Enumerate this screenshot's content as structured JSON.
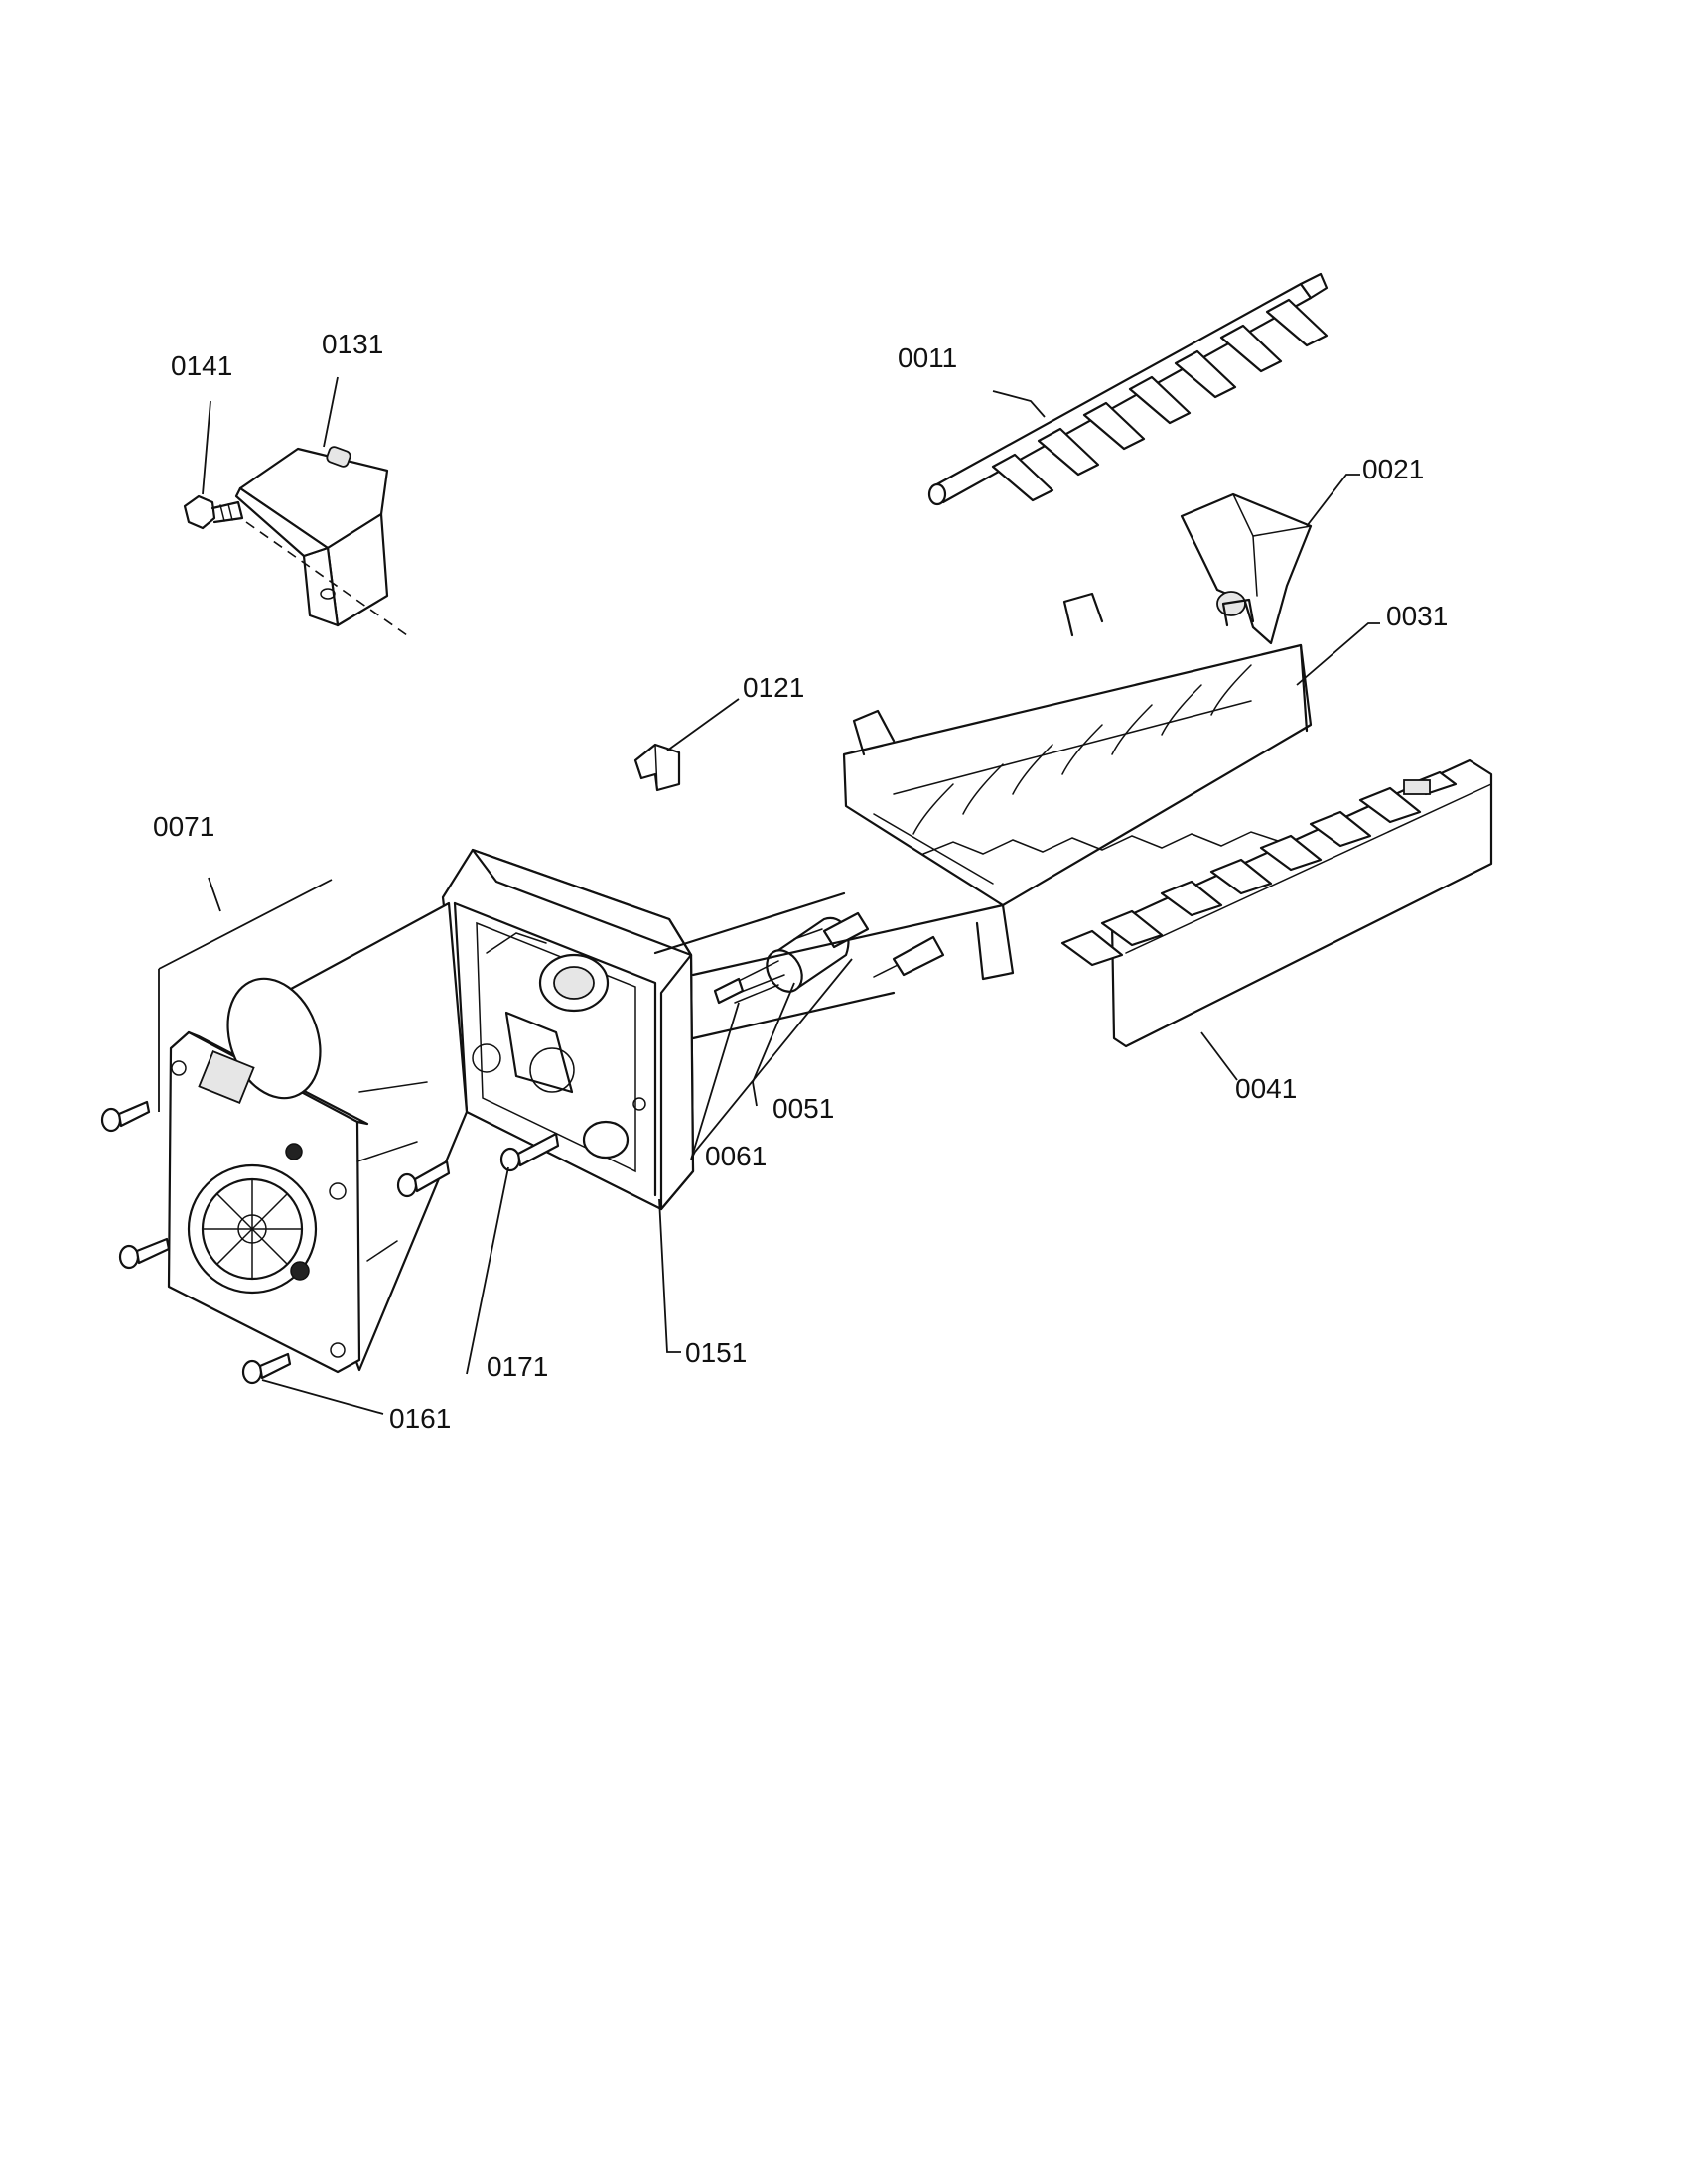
{
  "labels": {
    "p0011": "0011",
    "p0021": "0021",
    "p0031": "0031",
    "p0041": "0041",
    "p0051": "0051",
    "p0061": "0061",
    "p0071": "0071",
    "p0121": "0121",
    "p0131": "0131",
    "p0141": "0141",
    "p0151": "0151",
    "p0161": "0161",
    "p0171": "0171"
  }
}
